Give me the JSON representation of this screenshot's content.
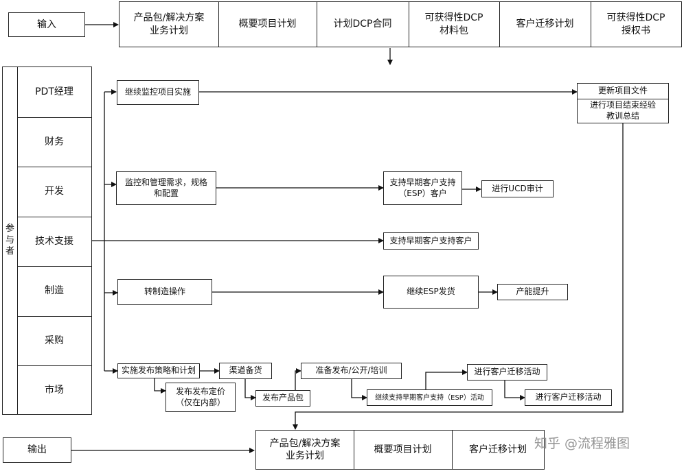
{
  "input_label": "输入",
  "output_label": "输出",
  "inputs": [
    "产品包/解决方案\n业务计划",
    "概要项目计划",
    "计划DCP合同",
    "可获得性DCP\n材料包",
    "客户迁移计划",
    "可获得性DCP\n授权书"
  ],
  "participants_title": "参\n与\n者",
  "participants": [
    "PDT经理",
    "财务",
    "开发",
    "技术支援",
    "制造",
    "采购",
    "市场"
  ],
  "activities": {
    "continue_monitor": "继续监控项目实施",
    "update_docs": "更新项目文件",
    "project_review": "进行项目结束经验\n教训总结",
    "monitor_requirements": "监控和管理需求，规格\n和配置",
    "support_esp_customer": "支持早期客户支持\n（ESP）客户",
    "ucd_review": "进行UCD审计",
    "support_early_customer": "支持早期客户支持客户",
    "transfer_manufacturing": "转制造操作",
    "continue_esp_shipping": "继续ESP发货",
    "capacity_ramp": "产能提升",
    "implement_launch": "实施发布策略和计划",
    "channel_stock": "渠道备货",
    "publish_pricing": "发布发布定价\n（仅在内部）",
    "publish_package": "发布产品包",
    "prepare_launch": "准备发布/公开/培训",
    "continue_esp_activity": "继续支持早期客户支持（ESP）活动",
    "migration_1": "进行客户迁移活动",
    "migration_2": "进行客户迁移活动"
  },
  "outputs": [
    "产品包/解决方案\n业务计划",
    "概要项目计划",
    "客户迁移计划"
  ],
  "watermark": "知乎 @流程雅图"
}
